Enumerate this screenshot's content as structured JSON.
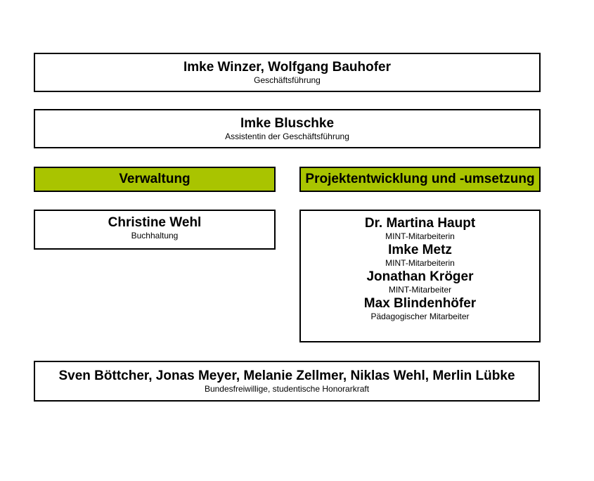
{
  "management": {
    "names": "Imke Winzer, Wolfgang Bauhofer",
    "role": "Geschäftsführung"
  },
  "assistant": {
    "name": "Imke Bluschke",
    "role": "Assistentin der Geschäftsführung"
  },
  "departments": {
    "admin": {
      "title": "Verwaltung",
      "color": "#a9c400"
    },
    "projects": {
      "title": "Projektentwicklung und -umsetzung",
      "color": "#a9c400"
    }
  },
  "admin_staff": {
    "name": "Christine Wehl",
    "role": "Buchhaltung"
  },
  "project_staff": [
    {
      "name": "Dr. Martina Haupt",
      "role": "MINT-Mitarbeiterin"
    },
    {
      "name": "Imke Metz",
      "role": "MINT-Mitarbeiterin"
    },
    {
      "name": "Jonathan Kröger",
      "role": "MINT-Mitarbeiter"
    },
    {
      "name": "Max Blindenhöfer",
      "role": "Pädagogischer Mitarbeiter"
    }
  ],
  "volunteers": {
    "names": "Sven Böttcher, Jonas Meyer, Melanie Zellmer, Niklas Wehl, Merlin Lübke",
    "role": "Bundesfreiwillige, studentische Honorarkraft"
  }
}
